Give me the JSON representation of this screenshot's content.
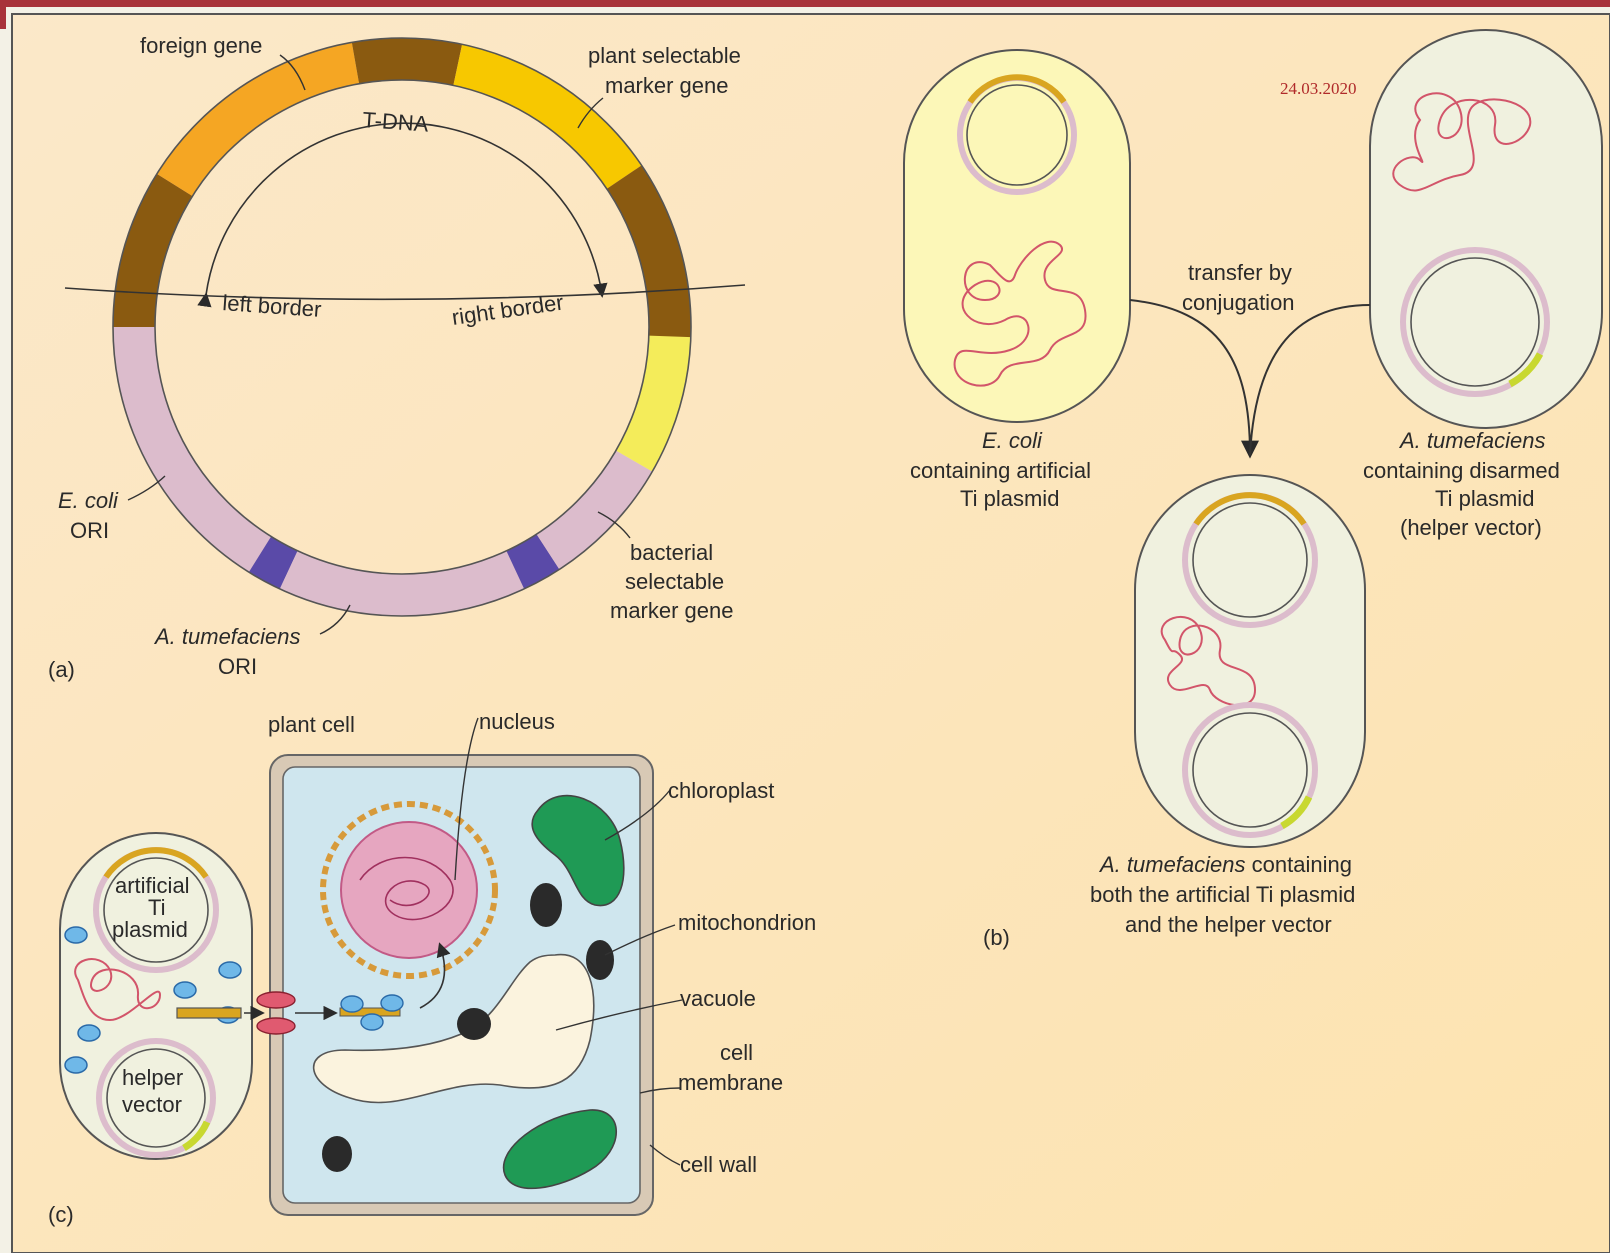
{
  "slide": {
    "date": "24.03.2020"
  },
  "panel_a": {
    "panel_label": "(a)",
    "tdna_label": "T-DNA",
    "labels": {
      "foreign_gene": "foreign gene",
      "plant_marker_1": "plant selectable",
      "plant_marker_2": "marker gene",
      "left_border": "left border",
      "right_border": "right border",
      "ecoli_ori_1": "E. coli",
      "ecoli_ori_2": "ORI",
      "atum_ori_1": "A. tumefaciens",
      "atum_ori_2": "ORI",
      "bact_marker_1": "bacterial",
      "bact_marker_2": "selectable",
      "bact_marker_3": "marker gene"
    },
    "colors": {
      "foreign_gene": "#f5a623",
      "plant_marker": "#f7c800",
      "border_region": "#8a5a10",
      "backbone": "#dcbccc",
      "bacterial_marker": "#f4ec5a",
      "ori": "#5a4aa8"
    }
  },
  "panel_b": {
    "panel_label": "(b)",
    "transfer_1": "transfer by",
    "transfer_2": "conjugation",
    "ecoli_1": "E. coli",
    "ecoli_2": "containing artificial",
    "ecoli_3": "Ti plasmid",
    "atum_1": "A. tumefaciens",
    "atum_2": "containing disarmed",
    "atum_3": "Ti plasmid",
    "atum_4": "(helper vector)",
    "result_1_ital": "A. tumefaciens",
    "result_1_rest": " containing",
    "result_2": "both the artificial Ti plasmid",
    "result_3": "and the helper vector"
  },
  "panel_c": {
    "panel_label": "(c)",
    "plant_cell": "plant cell",
    "nucleus": "nucleus",
    "chloroplast": "chloroplast",
    "mitochondrion": "mitochondrion",
    "vacuole": "vacuole",
    "cell_membrane_1": "cell",
    "cell_membrane_2": "membrane",
    "cell_wall": "cell wall",
    "artificial_1": "artificial",
    "artificial_2": "Ti",
    "artificial_3": "plasmid",
    "helper_1": "helper",
    "helper_2": "vector",
    "colors": {
      "cytoplasm": "#cfe6ee",
      "cell_wall": "#d8c9b5",
      "chloroplast": "#1f9a55",
      "mitochondrion": "#2a2a2a",
      "vacuole": "#fbf3de",
      "vesicle": "#6fb8e8"
    }
  }
}
